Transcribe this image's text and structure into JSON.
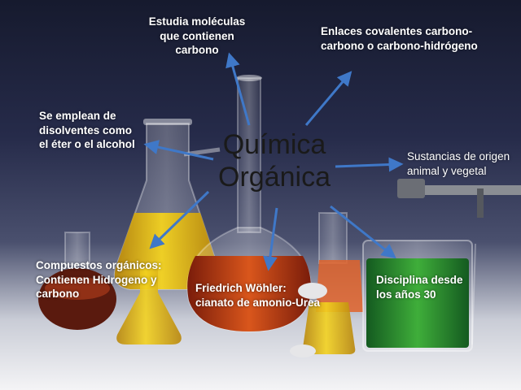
{
  "central_topic": {
    "line1": "Química",
    "line2": "Orgánica"
  },
  "branches": [
    {
      "lines": [
        "Estudia moléculas",
        "que contienen",
        "carbono"
      ]
    },
    {
      "lines": [
        "Enlaces covalentes carbono-",
        "carbono o carbono-hidrógeno"
      ]
    },
    {
      "lines": [
        "Se emplean de",
        "disolventes como",
        "el éter o el alcohol"
      ]
    },
    {
      "lines": [
        "Sustancias de origen",
        "animal y vegetal"
      ]
    },
    {
      "lines": [
        "Compuestos orgánicos:",
        "Contienen Hidrogeno y",
        "carbono"
      ]
    },
    {
      "lines": [
        "Friedrich Wöhler:",
        "cianato de amonio-Urea"
      ]
    },
    {
      "lines": [
        "Disciplina desde",
        "los años 30"
      ]
    }
  ],
  "colors": {
    "arrow": "#3f78c8",
    "label_text": "#ffffff",
    "central_text": "#1a1a1a",
    "background_top": "#161a2e",
    "background_bottom": "#f4f4f6"
  }
}
